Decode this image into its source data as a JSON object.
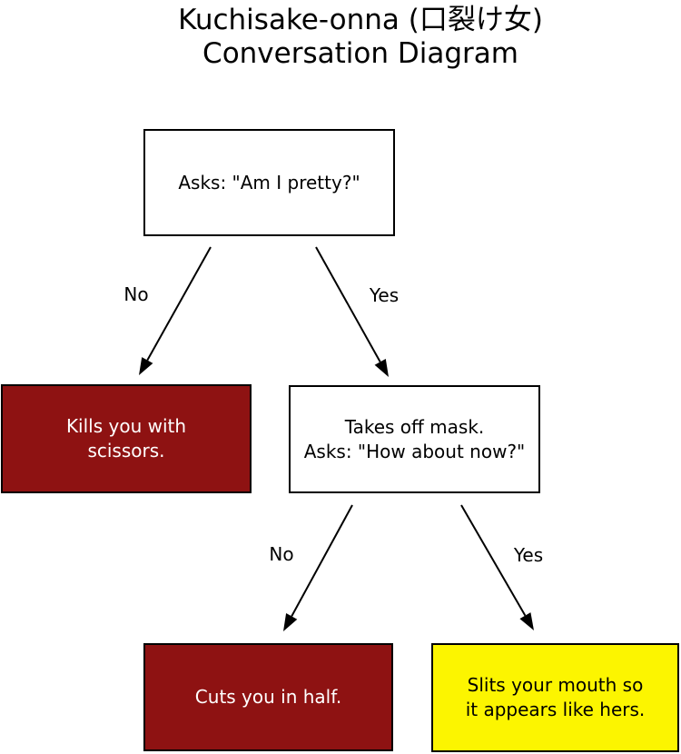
{
  "title": {
    "line1": "Kuchisake-onna (口裂け女)",
    "line2": "Conversation Diagram"
  },
  "nodes": {
    "ask_pretty": {
      "label": "Asks: \"Am I pretty?\"",
      "bg": "#ffffff",
      "text_color": "#000000"
    },
    "kill_scissors": {
      "label": "Kills you with\nscissors.",
      "bg": "#8e1212",
      "text_color": "#ffffff"
    },
    "mask_off": {
      "label": "Takes off mask.\nAsks: \"How about now?\"",
      "bg": "#ffffff",
      "text_color": "#000000"
    },
    "cut_half": {
      "label": "Cuts you in half.",
      "bg": "#8e1212",
      "text_color": "#ffffff"
    },
    "slit_mouth": {
      "label": "Slits your mouth so\nit appears like hers.",
      "bg": "#fcf500",
      "text_color": "#000000"
    }
  },
  "edges": {
    "no1": {
      "label": "No"
    },
    "yes1": {
      "label": "Yes"
    },
    "no2": {
      "label": "No"
    },
    "yes2": {
      "label": "Yes"
    }
  },
  "colors": {
    "danger_red": "#8e1212",
    "outcome_yellow": "#fcf500",
    "node_white": "#ffffff",
    "border_black": "#000000",
    "arrow_black": "#000000"
  }
}
